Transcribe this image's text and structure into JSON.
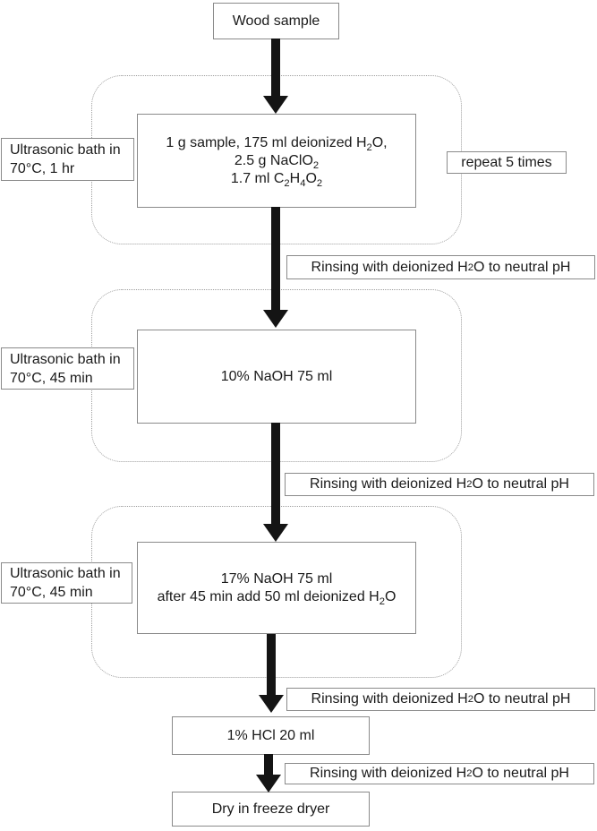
{
  "colors": {
    "background": "#ffffff",
    "box_border": "#8a8a8a",
    "enclosure_border": "#9e9e9e",
    "arrow": "#141414",
    "text": "#1a1a1a"
  },
  "flow": {
    "start_box": "Wood sample",
    "stage1": {
      "line1": "1 g sample, 175 ml deionized H~2~O,",
      "line2": "2.5 g NaClO~2~",
      "line3": "1.7 ml C~2~H~4~O~2~",
      "side_label": "Ultrasonic bath in\n70°C, 1 hr",
      "repeat_label": "repeat 5 times"
    },
    "rinse1": "Rinsing with deionized H~2~O to neutral pH",
    "stage2": {
      "line1": "10% NaOH 75 ml",
      "side_label": "Ultrasonic bath in\n70°C, 45 min"
    },
    "rinse2": "Rinsing with deionized H~2~O to neutral pH",
    "stage3": {
      "line1": "17% NaOH 75 ml",
      "line2": "after 45 min add 50 ml deionized H~2~O",
      "side_label": "Ultrasonic bath in\n70°C, 45 min"
    },
    "rinse3": "Rinsing with deionized H~2~O to neutral pH",
    "acid_box": "1% HCl 20 ml",
    "rinse4": "Rinsing with deionized H~2~O to neutral pH",
    "final_box": "Dry in freeze dryer"
  }
}
